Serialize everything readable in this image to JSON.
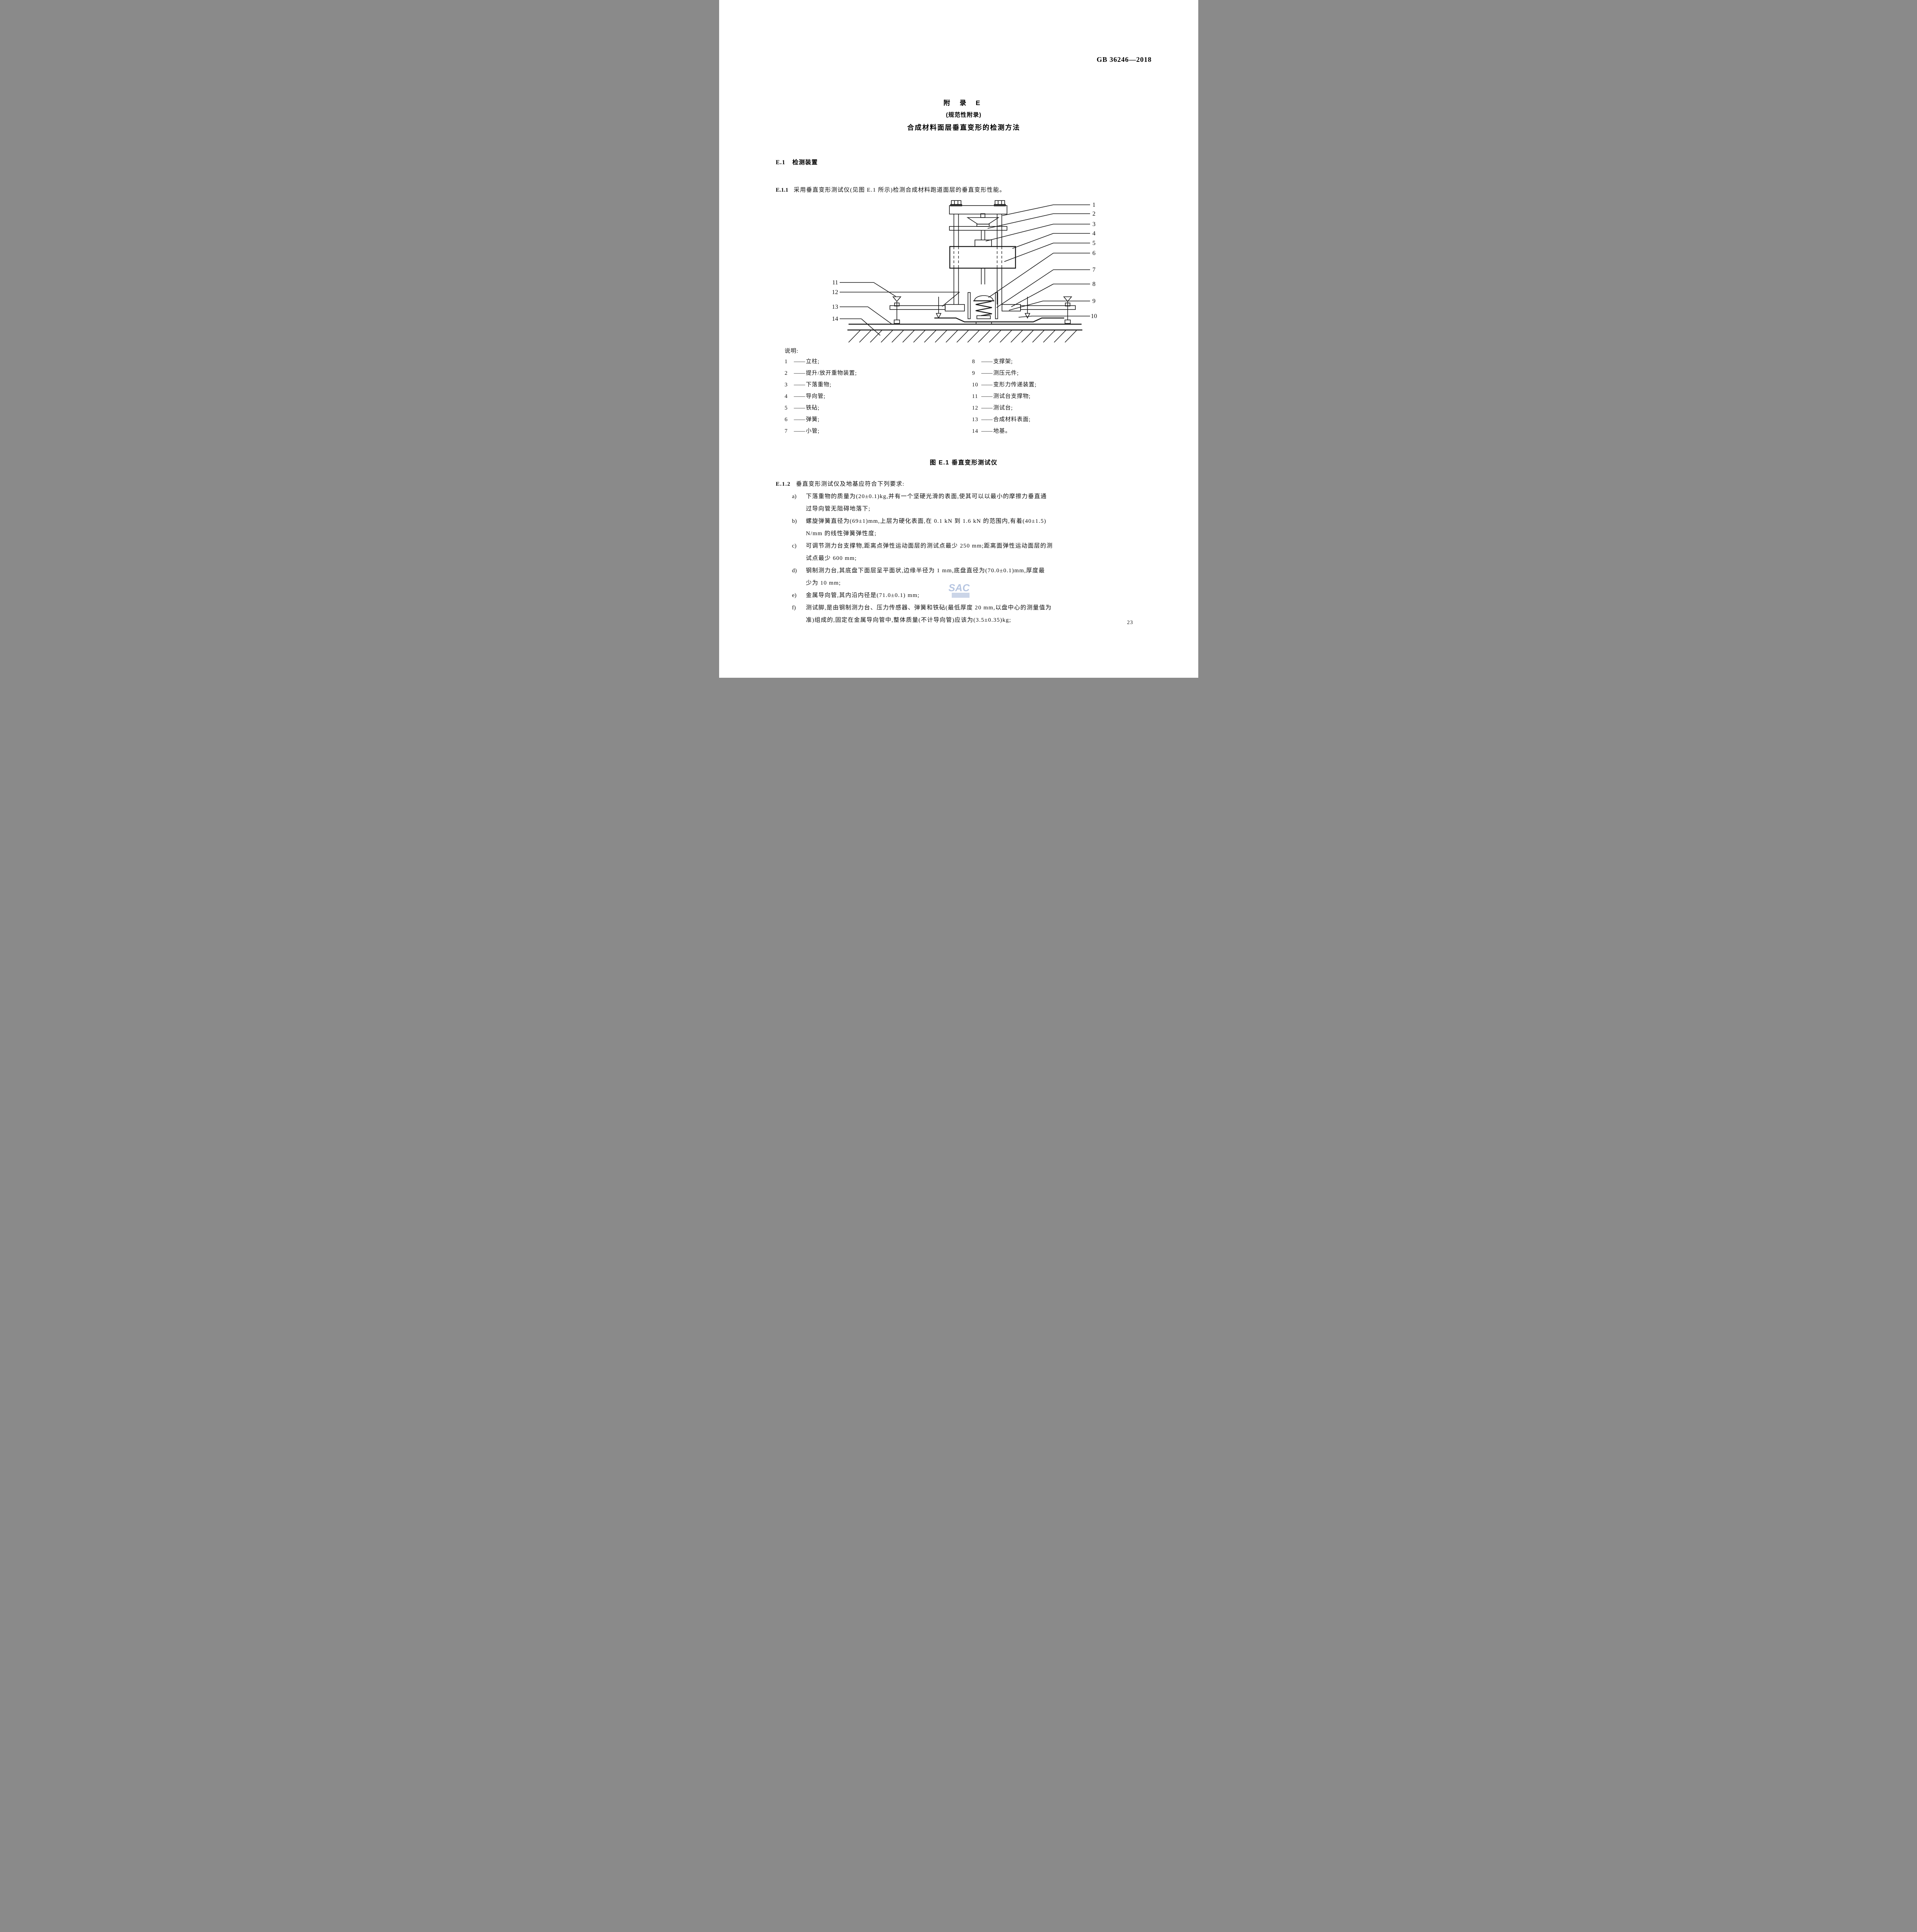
{
  "page": {
    "header": "GB 36246—2018",
    "page_number": "23",
    "watermark_text": "SAC"
  },
  "title": {
    "appendix": "附 录 E",
    "normative": "(规范性附录)",
    "name": "合成材料面层垂直变形的检测方法"
  },
  "e1": {
    "number": "E.1",
    "title": "检测装置"
  },
  "e11": {
    "number": "E.1.1",
    "text": "采用垂直变形测试仪(见图 E.1 所示)检测合成材料跑道面层的垂直变形性能。"
  },
  "figure": {
    "caption": "图 E.1  垂直变形测试仪",
    "legend_title": "说明:",
    "dash": "——",
    "legend_left": [
      {
        "num": "1",
        "label": "立柱;"
      },
      {
        "num": "2",
        "label": "提升/放开重物装置;"
      },
      {
        "num": "3",
        "label": "下落重物;"
      },
      {
        "num": "4",
        "label": "导向管;"
      },
      {
        "num": "5",
        "label": "铁砧;"
      },
      {
        "num": "6",
        "label": "弹簧;"
      },
      {
        "num": "7",
        "label": "小管;"
      }
    ],
    "legend_right": [
      {
        "num": "8",
        "label": "支撑架;"
      },
      {
        "num": "9",
        "label": "测压元件;"
      },
      {
        "num": "10",
        "label": "变形力传递装置;"
      },
      {
        "num": "11",
        "label": "测试台支撑物;"
      },
      {
        "num": "12",
        "label": "测试台;"
      },
      {
        "num": "13",
        "label": "合成材料表面;"
      },
      {
        "num": "14",
        "label": "地基。"
      }
    ],
    "callouts_right": [
      "1",
      "2",
      "3",
      "4",
      "5",
      "6",
      "7",
      "8",
      "9",
      "10"
    ],
    "callouts_left": [
      "11",
      "12",
      "13",
      "14"
    ]
  },
  "e12": {
    "number": "E.1.2",
    "intro": "垂直变形测试仪及地基应符合下列要求:",
    "items": [
      {
        "letter": "a)",
        "line1": "下落重物的质量为(20±0.1)kg,并有一个坚硬光滑的表面,使其可以以最小的摩擦力垂直通",
        "line2": "过导向管无阻碍地落下;"
      },
      {
        "letter": "b)",
        "line1": "螺旋弹簧直径为(69±1)mm,上层为硬化表面,在 0.1 kN 到 1.6 kN 的范围内,有着(40±1.5)",
        "line2": "N/mm 的线性弹簧弹性度;"
      },
      {
        "letter": "c)",
        "line1": "可调节测力台支撑物,距离点弹性运动面层的测试点最少 250 mm;距离面弹性运动面层的测",
        "line2": "试点最少 600 mm;"
      },
      {
        "letter": "d)",
        "line1": "钢制测力台,其底盘下面层呈平面状,边缘半径为 1 mm,底盘直径为(70.0±0.1)mm,厚度最",
        "line2": "少为 10 mm;"
      },
      {
        "letter": "e)",
        "line1": "金属导向管,其内沿内径是(71.0±0.1) mm;"
      },
      {
        "letter": "f)",
        "line1": "测试脚,是由钢制测力台、压力传感器、弹簧和铁砧(最低厚度 20 mm,以盘中心的测量值为",
        "line2": "准)组成的,固定在金属导向管中,整体质量(不计导向管)应该为(3.5±0.35)kg;"
      }
    ]
  }
}
